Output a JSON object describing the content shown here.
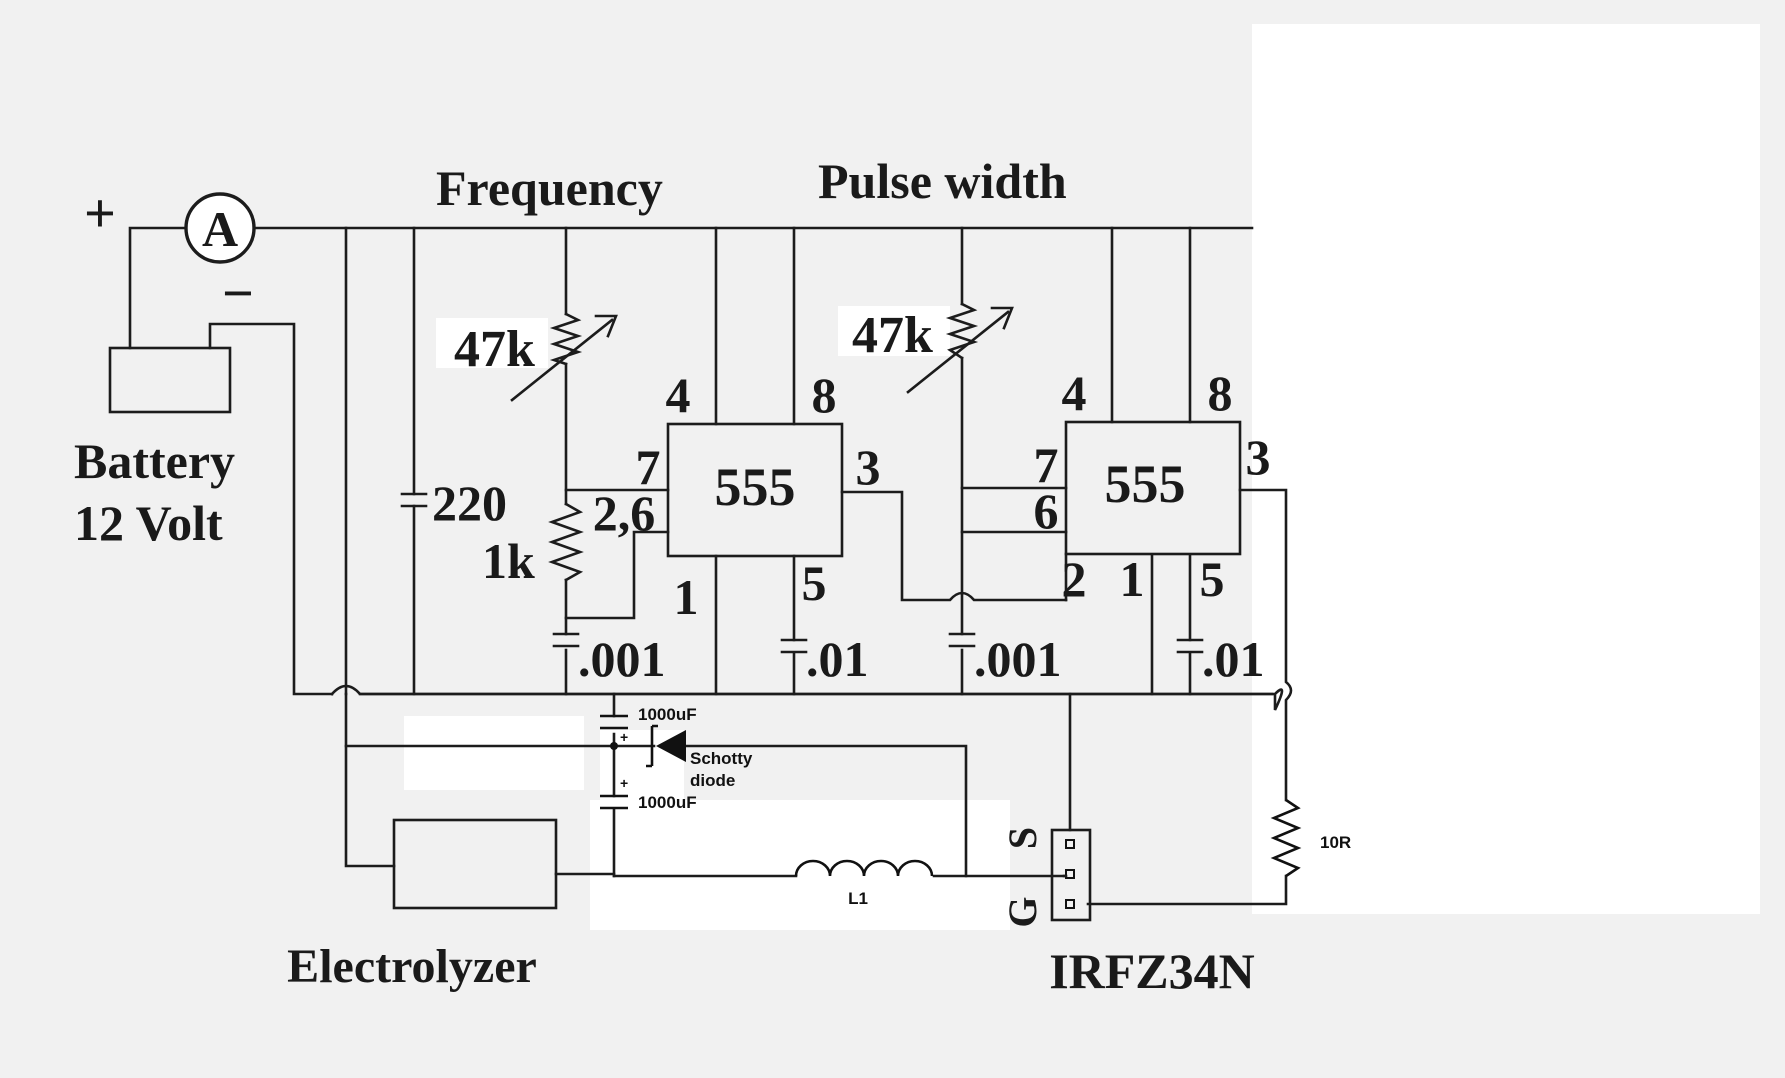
{
  "battery": {
    "plus": "+",
    "minus": "−",
    "line1": "Battery",
    "line2": "12 Volt"
  },
  "ammeter": {
    "symbol": "A"
  },
  "section_labels": {
    "frequency": "Frequency",
    "pulse_width": "Pulse width"
  },
  "timer1": {
    "chip": "555",
    "pin4": "4",
    "pin8": "8",
    "pin7": "7",
    "pin26": "2,6",
    "pin3": "3",
    "pin1": "1",
    "pin5": "5"
  },
  "timer2": {
    "chip": "555",
    "pin4": "4",
    "pin8": "8",
    "pin7": "7",
    "pin6": "6",
    "pin2": "2",
    "pin1": "1",
    "pin3": "3",
    "pin5": "5"
  },
  "components": {
    "pot1": "47k",
    "pot2": "47k",
    "cap_220": "220",
    "res_1k": "1k",
    "cap_001_a": ".001",
    "cap_01_a": ".01",
    "cap_001_b": ".001",
    "cap_01_b": ".01",
    "cap_top": "1000uF",
    "cap_bottom": "1000uF",
    "cap_plus": "+",
    "diode_line1": "Schotty",
    "diode_line2": "diode",
    "resistor_gate": "10R",
    "inductor": "L1",
    "electrolyzer": "Electrolyzer",
    "mosfet": "IRFZ34N",
    "mosfet_s": "S",
    "mosfet_g": "G"
  }
}
